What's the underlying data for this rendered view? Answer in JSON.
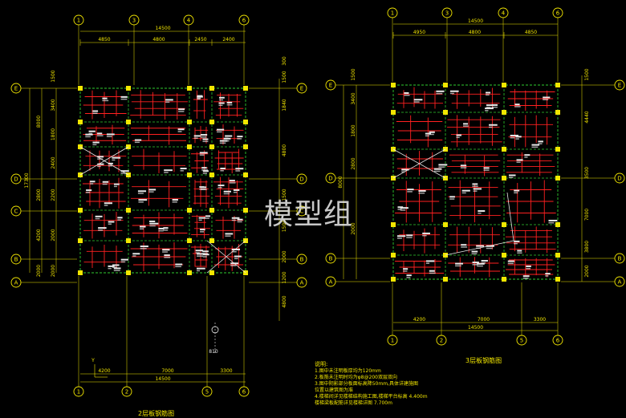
{
  "watermark": "模型组",
  "left_plan": {
    "col_labels": [
      "1",
      "3",
      "4",
      "6"
    ],
    "bottom_col_labels": [
      "1",
      "2",
      "5",
      "6"
    ],
    "row_labels": [
      "E",
      "D",
      "C",
      "B",
      "A"
    ],
    "top_total": "14500",
    "top_spans": [
      "4850",
      "4800",
      "2450",
      "2400"
    ],
    "bottom_spans": [
      "4200",
      "7000",
      "3300"
    ],
    "bottom_total": "14500",
    "left_outer": "17300",
    "left_mid": [
      "8000",
      "2800",
      "4200",
      "2000"
    ],
    "left_inner": [
      "1500",
      "3400",
      "1800",
      "2400",
      "2200",
      "2000",
      "2000"
    ],
    "right_dims": [
      "300",
      "1500",
      "1840",
      "4800",
      "1500",
      "1500",
      "2000",
      "1200",
      "4800"
    ],
    "title": "2层板钢筋图",
    "misc": "Y",
    "marker": "810"
  },
  "right_plan": {
    "col_labels": [
      "1",
      "3",
      "4",
      "6"
    ],
    "bottom_col_labels": [
      "1",
      "2",
      "5",
      "6"
    ],
    "row_labels": [
      "E",
      "D",
      "B",
      "A"
    ],
    "top_total": "14500",
    "top_spans": [
      "4950",
      "4800",
      "4850"
    ],
    "bottom_spans": [
      "4200",
      "7000",
      "3300"
    ],
    "bottom_total": "14500",
    "left_outer": "8000",
    "left_inner": [
      "1500",
      "3400",
      "1800",
      "2800",
      "2000"
    ],
    "right_dims": [
      "1500",
      "4440",
      "3500",
      "7000",
      "3800",
      "2000"
    ],
    "title": "3层板钢筋图"
  },
  "notes": {
    "head": "说明:",
    "lines": [
      "1.图中未注明板厚均为120mm",
      "2.板筋未注明时均为φ8@200双层双向",
      "3.图中阴影部分板面标高降50mm,具体详建施图",
      "  位置以建筑图为准",
      "4.楼梯间详见楼梯结构施工图,楼梯平台标高 4.400m",
      "  楼梯梁板配筋详见楼梯详图 7.700m"
    ]
  },
  "colors": {
    "background": "#000000",
    "axis": "#f2e600",
    "beam": "#ff2020",
    "dashed_beam": "#2fcc2f",
    "column": "#f2e600",
    "rebar": "#e8e8e8",
    "label_green": "#22dd22"
  }
}
